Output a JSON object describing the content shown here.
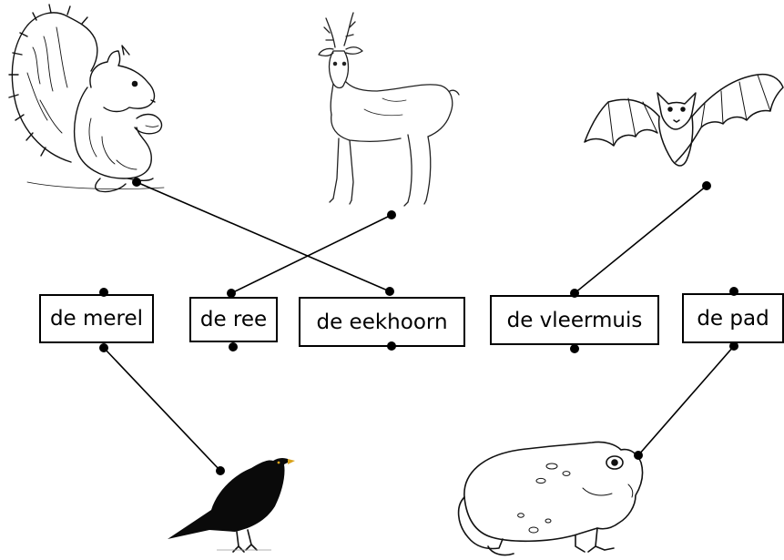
{
  "words": {
    "merel": "de merel",
    "ree": "de ree",
    "eekhoorn": "de eekhoorn",
    "vleermuis": "de vleermuis",
    "pad": "de pad"
  },
  "animals": [
    "squirrel",
    "roe-deer",
    "bat",
    "blackbird",
    "toad"
  ],
  "connections": [
    {
      "word": "de eekhoorn",
      "animal": "squirrel"
    },
    {
      "word": "de ree",
      "animal": "roe-deer"
    },
    {
      "word": "de vleermuis",
      "animal": "bat"
    },
    {
      "word": "de merel",
      "animal": "blackbird"
    },
    {
      "word": "de pad",
      "animal": "toad"
    }
  ],
  "colors": {
    "ink": "#000000",
    "paper": "#ffffff",
    "beak": "#d9a21b"
  }
}
